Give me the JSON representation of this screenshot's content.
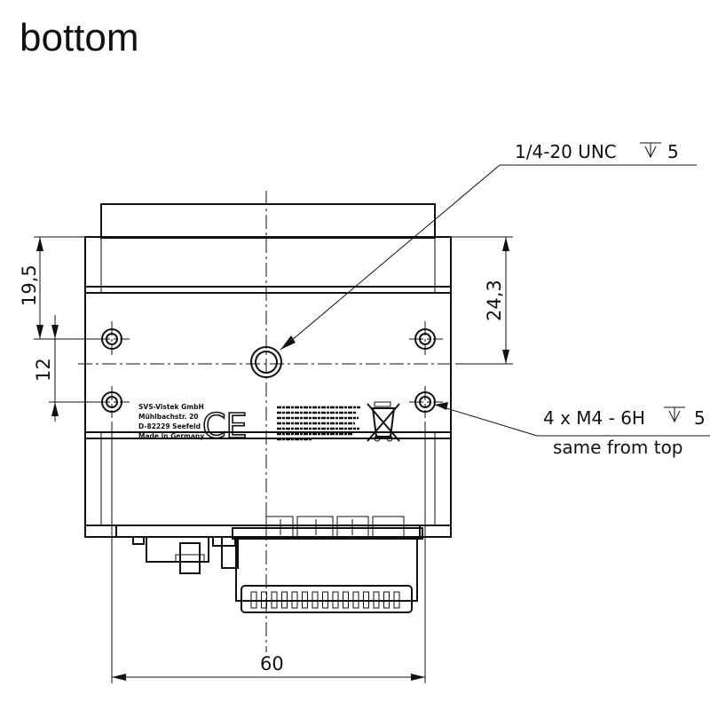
{
  "title": "bottom",
  "callouts": {
    "tripod_thread": "1/4-20 UNC",
    "tripod_depth": "5",
    "mount_holes": "4 x M4 - 6H",
    "mount_depth": "5",
    "mount_note": "same from top"
  },
  "dimensions": {
    "width": "60",
    "left_top": "19,5",
    "left_spacing": "12",
    "right_top": "24,3"
  },
  "label": {
    "company": "SVS-Vistek GmbH",
    "street": "Mühlbachstr. 20",
    "city": "D-82229 Seefeld",
    "origin": "Made in Germany"
  },
  "marks": {
    "ce": "CE"
  }
}
